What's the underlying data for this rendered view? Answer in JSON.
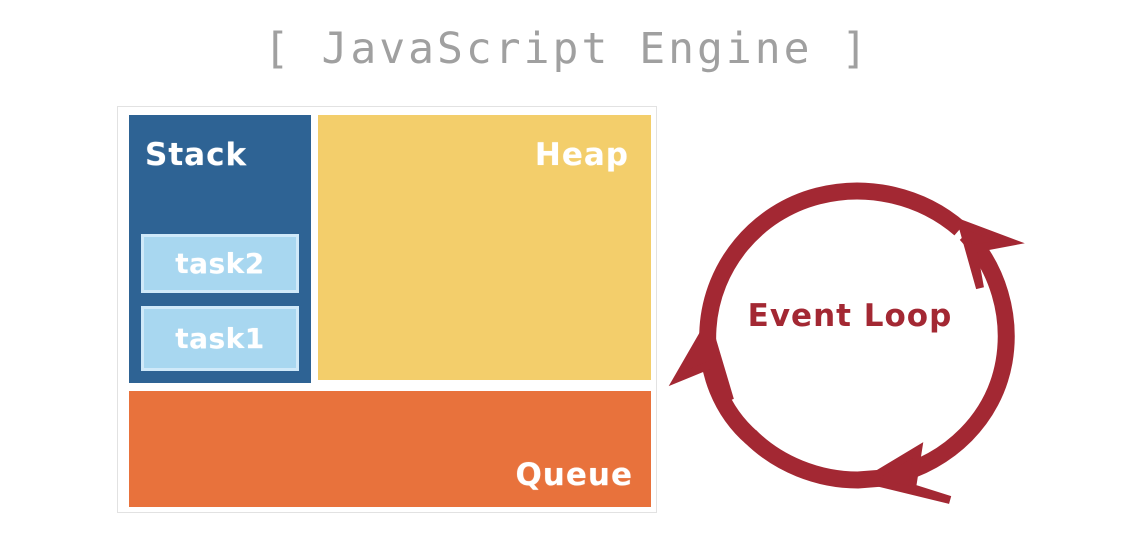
{
  "title": "[ JavaScript Engine ]",
  "engine": {
    "stack": {
      "label": "Stack",
      "color": "#2e6394",
      "tasks": [
        {
          "label": "task2",
          "color": "#a8d7f0",
          "border": "#cfe9f9"
        },
        {
          "label": "task1",
          "color": "#a8d7f0",
          "border": "#cfe9f9"
        }
      ]
    },
    "heap": {
      "label": "Heap",
      "color": "#f3ce6b"
    },
    "queue": {
      "label": "Queue",
      "color": "#e8723c"
    }
  },
  "event_loop": {
    "label": "Event Loop",
    "color": "#a32833",
    "direction": "counter-clockwise",
    "arrowheads": 2
  },
  "colors": {
    "title_text": "#a0a0a0",
    "frame_border": "#e2e2e2",
    "panel_text": "#ffffff",
    "background": "#ffffff"
  },
  "icons": {
    "loop_arrow": "circular-arrow-icon"
  }
}
